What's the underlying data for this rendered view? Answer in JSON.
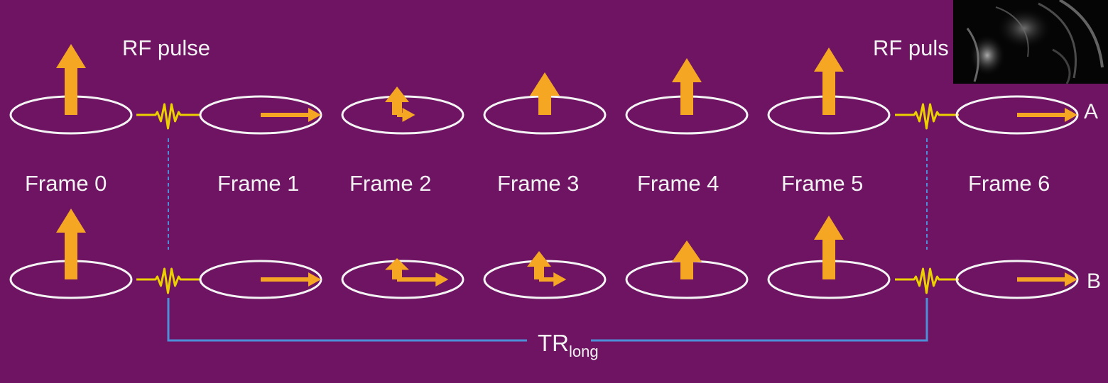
{
  "rf_labels": [
    "RF pulse",
    "RF puls"
  ],
  "frames": [
    "Frame 0",
    "Frame 1",
    "Frame 2",
    "Frame 3",
    "Frame 4",
    "Frame 5",
    "Frame 6"
  ],
  "rows": [
    "A",
    "B"
  ],
  "interval": {
    "main": "TR",
    "subscript": "long"
  },
  "colors": {
    "background": "#6e1463",
    "arrow": "#f5a623",
    "ellipse": "#f4f4f4",
    "rf_pulse": "#ecd100",
    "interval_line": "#4c8fd8",
    "text": "#f2f2f2"
  },
  "vectors": {
    "row_A": [
      {
        "frame": "Frame 0",
        "longitudinal": 1.0,
        "transverse": 0.0
      },
      {
        "frame": "Frame 1",
        "longitudinal": 0.0,
        "transverse": 1.0
      },
      {
        "frame": "Frame 2",
        "longitudinal": 0.4,
        "transverse": 0.3
      },
      {
        "frame": "Frame 3",
        "longitudinal": 0.6,
        "transverse": 0.0
      },
      {
        "frame": "Frame 4",
        "longitudinal": 0.8,
        "transverse": 0.0
      },
      {
        "frame": "Frame 5",
        "longitudinal": 0.95,
        "transverse": 0.0
      },
      {
        "frame": "Frame 6",
        "longitudinal": 0.0,
        "transverse": 1.0
      }
    ],
    "row_B": [
      {
        "frame": "Frame 0",
        "longitudinal": 1.0,
        "transverse": 0.0
      },
      {
        "frame": "Frame 1",
        "longitudinal": 0.0,
        "transverse": 1.0
      },
      {
        "frame": "Frame 2",
        "longitudinal": 0.3,
        "transverse": 0.85
      },
      {
        "frame": "Frame 3",
        "longitudinal": 0.4,
        "transverse": 0.45
      },
      {
        "frame": "Frame 4",
        "longitudinal": 0.55,
        "transverse": 0.0
      },
      {
        "frame": "Frame 5",
        "longitudinal": 0.9,
        "transverse": 0.0
      },
      {
        "frame": "Frame 6",
        "longitudinal": 0.0,
        "transverse": 1.0
      }
    ]
  },
  "icons": [
    "magnetization-arrow-icon",
    "rf-pulse-icon"
  ]
}
